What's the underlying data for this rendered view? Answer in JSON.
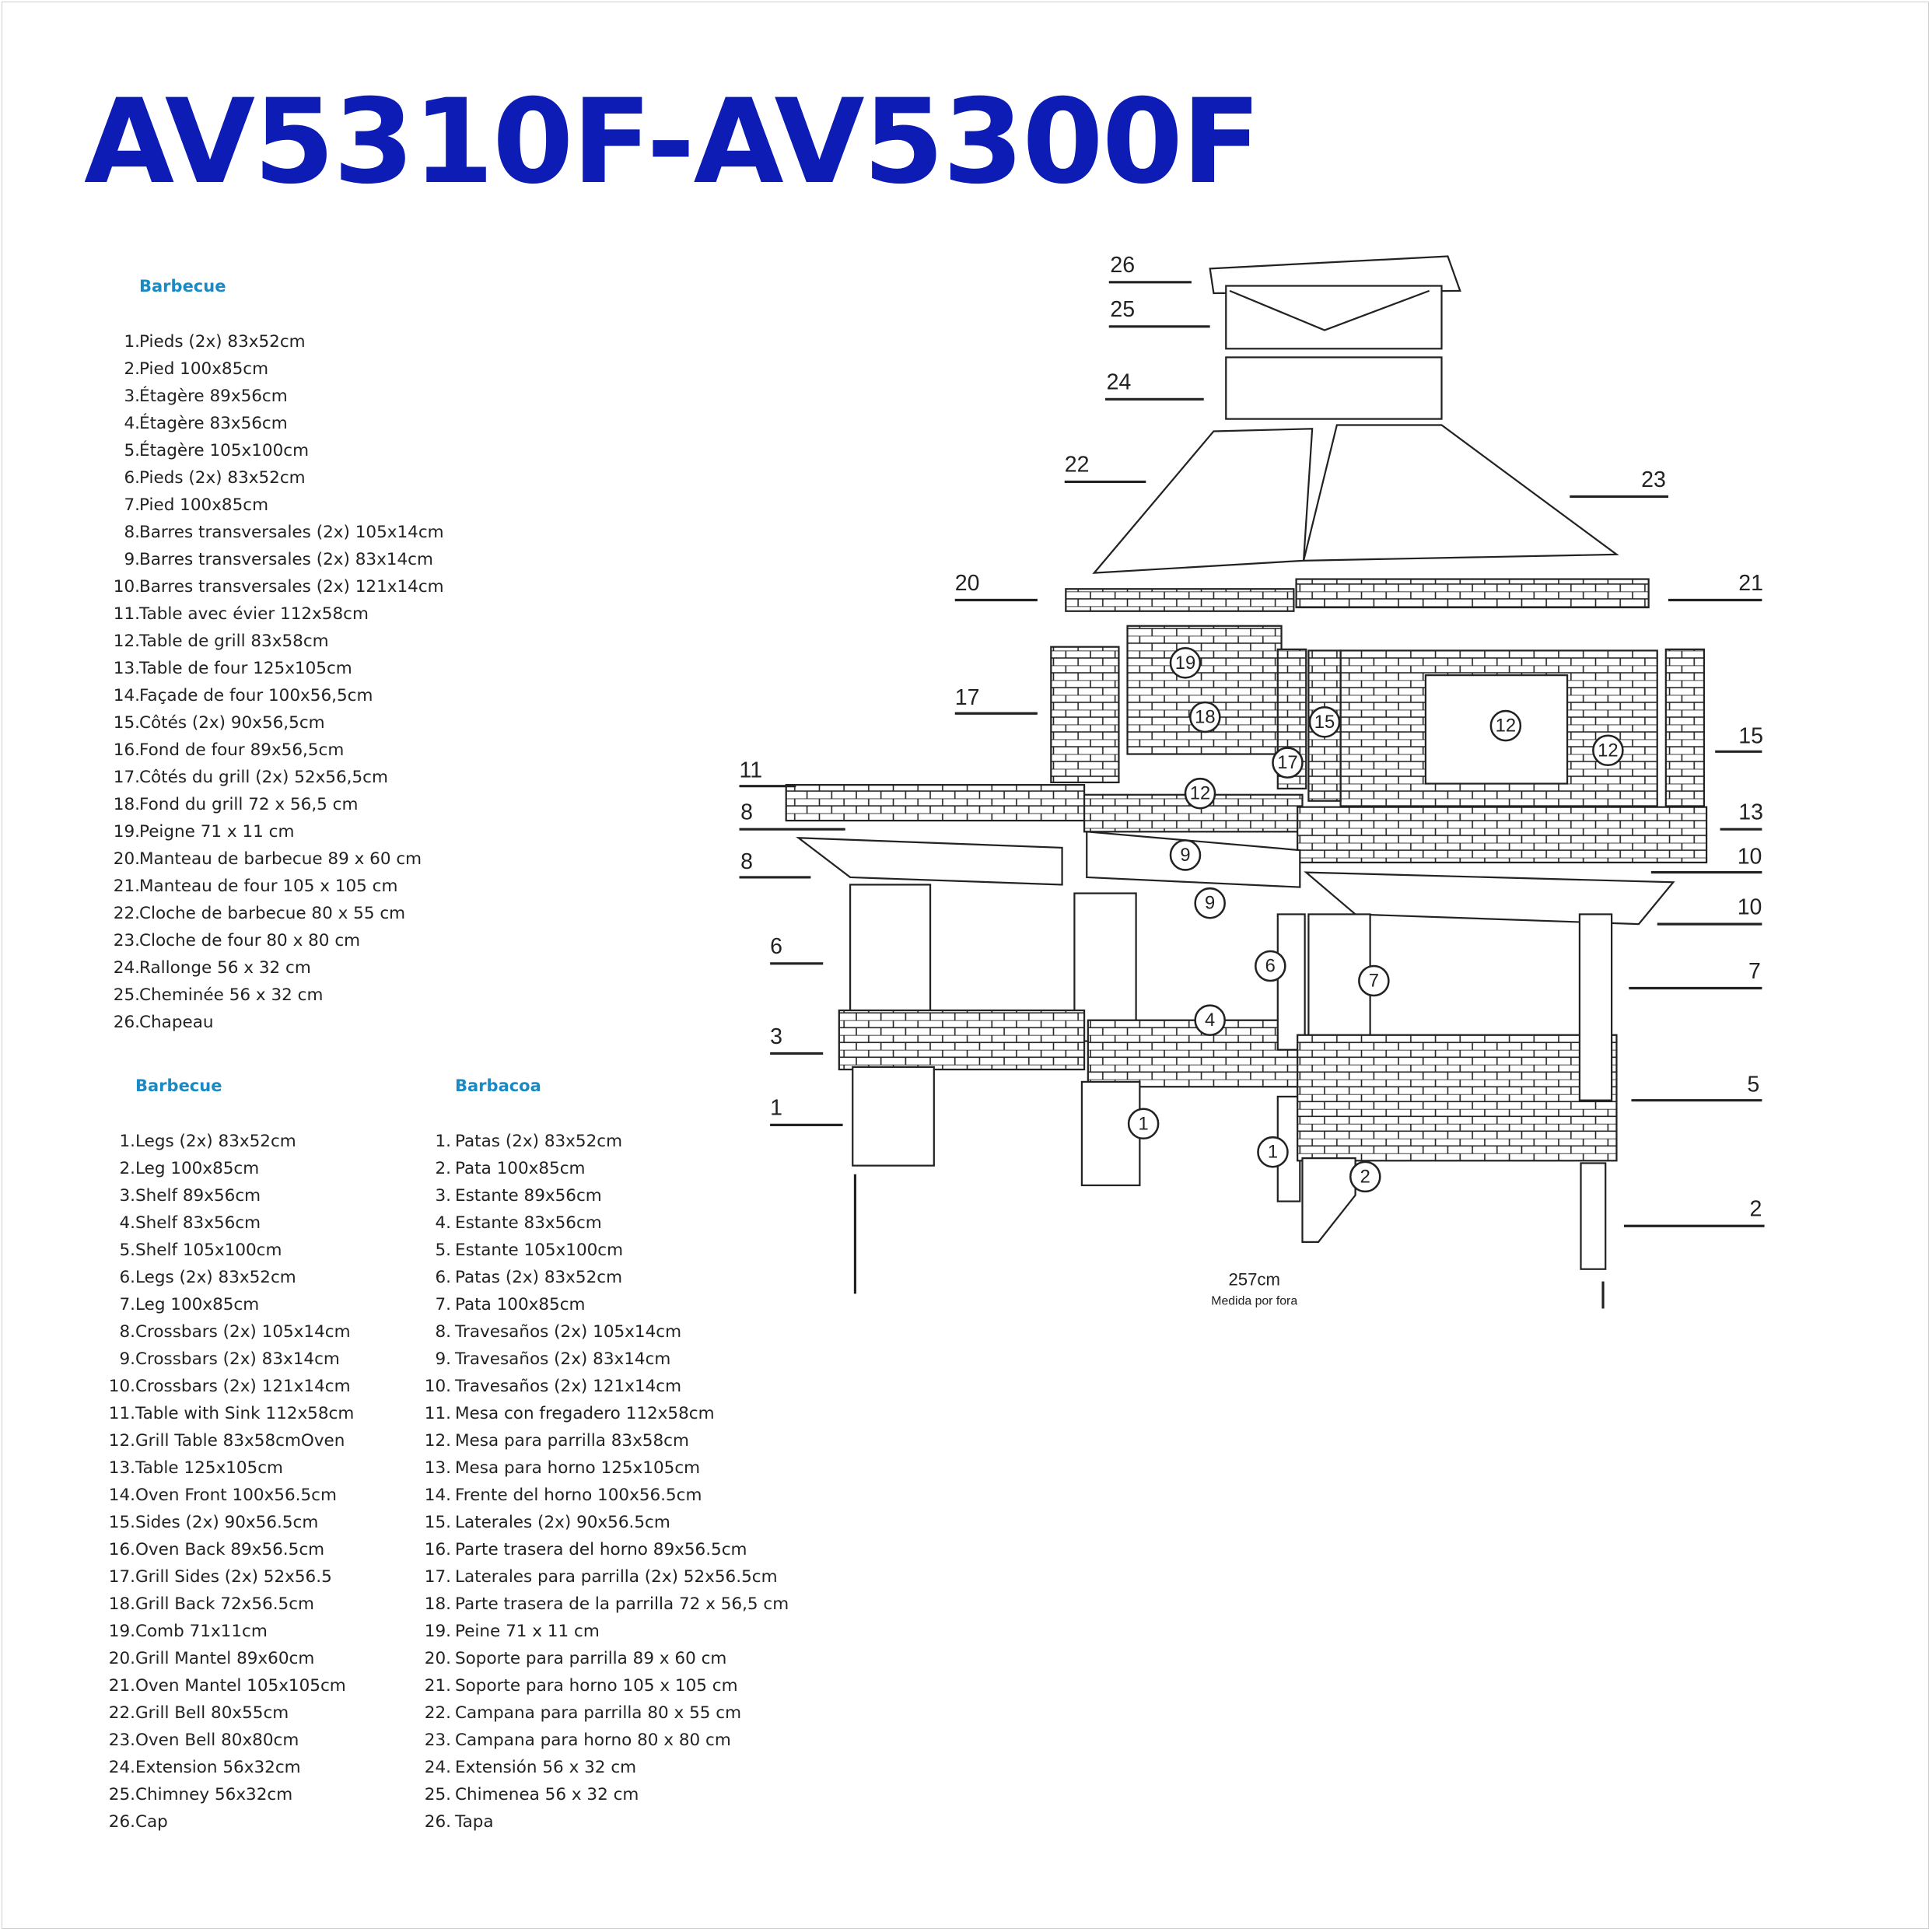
{
  "title": "AV5310F-AV5300F",
  "lists": {
    "french": {
      "heading": "Barbecue",
      "items": [
        {
          "n": "1.",
          "t": "Pieds (2x) 83x52cm"
        },
        {
          "n": "2.",
          "t": "Pied 100x85cm"
        },
        {
          "n": "3.",
          "t": "Étagère 89x56cm"
        },
        {
          "n": "4.",
          "t": "Étagère 83x56cm"
        },
        {
          "n": "5.",
          "t": "Étagère 105x100cm"
        },
        {
          "n": "6.",
          "t": "Pieds (2x) 83x52cm"
        },
        {
          "n": "7.",
          "t": "Pied 100x85cm"
        },
        {
          "n": "8.",
          "t": "Barres transversales (2x) 105x14cm"
        },
        {
          "n": "9.",
          "t": "Barres transversales (2x) 83x14cm"
        },
        {
          "n": "10.",
          "t": "Barres transversales (2x) 121x14cm"
        },
        {
          "n": "11.",
          "t": "Table avec évier 112x58cm"
        },
        {
          "n": "12.",
          "t": "Table de grill 83x58cm"
        },
        {
          "n": "13.",
          "t": "Table de four 125x105cm"
        },
        {
          "n": "14.",
          "t": "Façade de four 100x56,5cm"
        },
        {
          "n": "15.",
          "t": "Côtés (2x) 90x56,5cm"
        },
        {
          "n": "16.",
          "t": "Fond de four 89x56,5cm"
        },
        {
          "n": "17.",
          "t": "Côtés du grill (2x) 52x56,5cm"
        },
        {
          "n": "18.",
          "t": "Fond du grill 72 x 56,5 cm"
        },
        {
          "n": "19.",
          "t": "Peigne 71 x 11 cm"
        },
        {
          "n": "20.",
          "t": "Manteau de barbecue 89 x 60 cm"
        },
        {
          "n": "21.",
          "t": "Manteau de four 105 x 105 cm"
        },
        {
          "n": "22.",
          "t": "Cloche de barbecue 80 x 55 cm"
        },
        {
          "n": "23.",
          "t": "Cloche de four 80 x 80 cm"
        },
        {
          "n": "24.",
          "t": "Rallonge 56 x 32 cm"
        },
        {
          "n": "25.",
          "t": "Cheminée 56 x 32 cm"
        },
        {
          "n": "26.",
          "t": "Chapeau"
        }
      ]
    },
    "english": {
      "heading": "Barbecue",
      "items": [
        {
          "n": "1.",
          "t": "Legs (2x) 83x52cm"
        },
        {
          "n": "2.",
          "t": "Leg 100x85cm"
        },
        {
          "n": "3.",
          "t": "Shelf 89x56cm"
        },
        {
          "n": "4.",
          "t": "Shelf 83x56cm"
        },
        {
          "n": "5.",
          "t": "Shelf 105x100cm"
        },
        {
          "n": "6.",
          "t": "Legs (2x) 83x52cm"
        },
        {
          "n": "7.",
          "t": "Leg 100x85cm"
        },
        {
          "n": "8.",
          "t": "Crossbars (2x) 105x14cm"
        },
        {
          "n": "9.",
          "t": "Crossbars (2x) 83x14cm"
        },
        {
          "n": "10.",
          "t": "Crossbars (2x) 121x14cm"
        },
        {
          "n": "11.",
          "t": "Table with Sink 112x58cm"
        },
        {
          "n": "12.",
          "t": "Grill Table 83x58cmOven"
        },
        {
          "n": "13.",
          "t": "Table 125x105cm"
        },
        {
          "n": "14.",
          "t": "Oven Front 100x56.5cm"
        },
        {
          "n": "15.",
          "t": "Sides (2x) 90x56.5cm"
        },
        {
          "n": "16.",
          "t": "Oven Back 89x56.5cm"
        },
        {
          "n": "17.",
          "t": "Grill Sides (2x) 52x56.5"
        },
        {
          "n": "18.",
          "t": "Grill Back 72x56.5cm"
        },
        {
          "n": "19.",
          "t": "Comb 71x11cm"
        },
        {
          "n": "20.",
          "t": "Grill Mantel 89x60cm"
        },
        {
          "n": "21.",
          "t": "Oven Mantel 105x105cm"
        },
        {
          "n": "22.",
          "t": "Grill Bell 80x55cm"
        },
        {
          "n": "23.",
          "t": "Oven Bell 80x80cm"
        },
        {
          "n": "24.",
          "t": "Extension 56x32cm"
        },
        {
          "n": "25.",
          "t": "Chimney 56x32cm"
        },
        {
          "n": "26.",
          "t": "Cap"
        }
      ]
    },
    "spanish": {
      "heading": "Barbacoa",
      "items": [
        {
          "n": "1.",
          "t": "Patas (2x) 83x52cm"
        },
        {
          "n": "2.",
          "t": "Pata 100x85cm"
        },
        {
          "n": "3.",
          "t": "Estante 89x56cm"
        },
        {
          "n": "4.",
          "t": "Estante 83x56cm"
        },
        {
          "n": "5.",
          "t": "Estante 105x100cm"
        },
        {
          "n": "6.",
          "t": "Patas (2x) 83x52cm"
        },
        {
          "n": "7.",
          "t": "Pata 100x85cm"
        },
        {
          "n": "8.",
          "t": "Travesaños (2x) 105x14cm"
        },
        {
          "n": "9.",
          "t": "Travesaños (2x) 83x14cm"
        },
        {
          "n": "10.",
          "t": "Travesaños (2x) 121x14cm"
        },
        {
          "n": "11.",
          "t": "Mesa con fregadero 112x58cm"
        },
        {
          "n": "12.",
          "t": "Mesa para parrilla 83x58cm"
        },
        {
          "n": "13.",
          "t": "Mesa para horno 125x105cm"
        },
        {
          "n": "14.",
          "t": "Frente del horno 100x56.5cm"
        },
        {
          "n": "15.",
          "t": "Laterales (2x) 90x56.5cm"
        },
        {
          "n": "16.",
          "t": "Parte trasera del horno 89x56.5cm"
        },
        {
          "n": "17.",
          "t": "Laterales para parrilla (2x) 52x56.5cm"
        },
        {
          "n": "18.",
          "t": "Parte trasera de la parrilla 72 x 56,5 cm"
        },
        {
          "n": "19.",
          "t": "Peine 71 x 11 cm"
        },
        {
          "n": "20.",
          "t": "Soporte para parrilla 89 x 60 cm"
        },
        {
          "n": "21.",
          "t": "Soporte para horno 105 x 105 cm"
        },
        {
          "n": "22.",
          "t": "Campana para parrilla 80 x 55 cm"
        },
        {
          "n": "23.",
          "t": "Campana para horno 80 x 80 cm"
        },
        {
          "n": "24.",
          "t": "Extensión 56 x 32 cm"
        },
        {
          "n": "25.",
          "t": "Chimenea 56 x 32 cm"
        },
        {
          "n": "26.",
          "t": "Tapa"
        }
      ]
    }
  },
  "diagram": {
    "callouts": [
      "26",
      "25",
      "24",
      "22",
      "23",
      "20",
      "21",
      "17",
      "11",
      "8",
      "8",
      "15",
      "13",
      "10",
      "10",
      "6",
      "7",
      "3",
      "5",
      "1",
      "2"
    ],
    "circled": [
      "19",
      "18",
      "15",
      "17",
      "12",
      "12",
      "12",
      "9",
      "9",
      "6",
      "7",
      "4",
      "1",
      "1",
      "2"
    ],
    "dimension": "257cm",
    "dimension_note": "Medida por fora"
  },
  "colors": {
    "title": "#0c1cb4",
    "heading": "#1a8ac4",
    "text": "#222222"
  }
}
